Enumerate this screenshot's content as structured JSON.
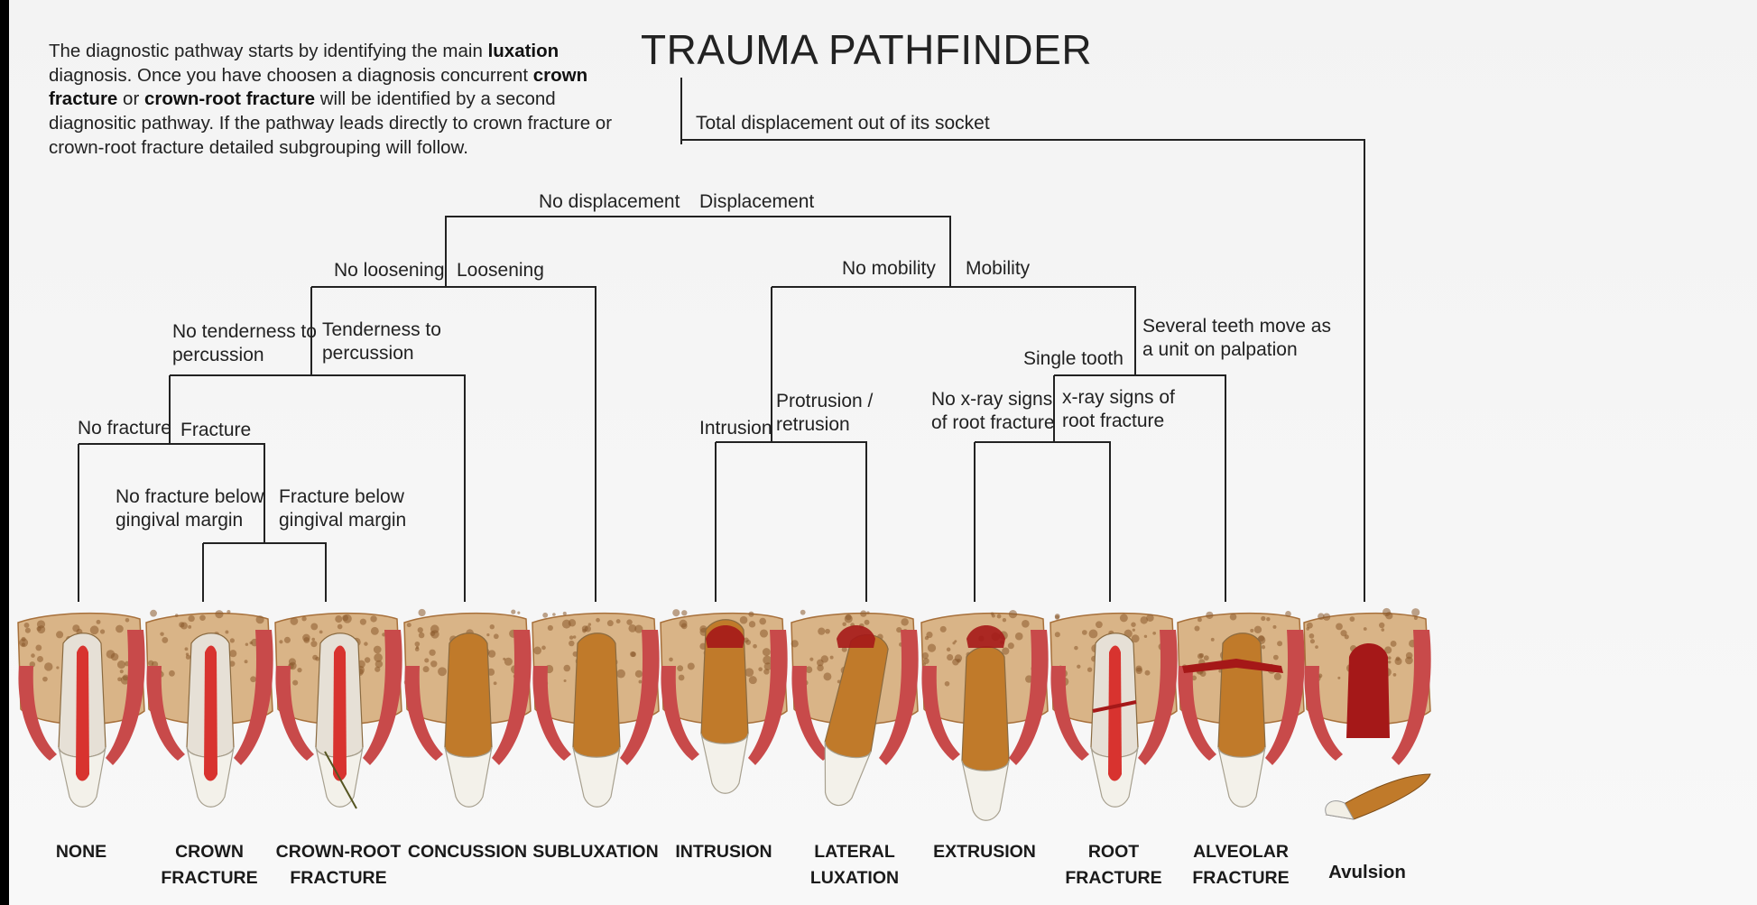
{
  "title": "TRAUMA PATHFINDER",
  "intro": {
    "p1": "The diagnostic pathway starts by identifying the main ",
    "b1": "luxation",
    "p2": " diagnosis. Once you have choosen a diagnosis concurrent ",
    "b2": "crown fracture",
    "p3": " or ",
    "b3": "crown-root fracture",
    "p4": " will be identified by a second diagnositic pathway. If the pathway leads directly to crown fracture or crown-root fracture detailed subgrouping will follow."
  },
  "branches": {
    "total_displacement": "Total displacement out of its socket",
    "no_displacement": "No displacement",
    "displacement": "Displacement",
    "no_loosening": "No loosening",
    "loosening": "Loosening",
    "no_mobility": "No mobility",
    "mobility": "Mobility",
    "no_tenderness": [
      "No tenderness to",
      "percussion"
    ],
    "tenderness": [
      "Tenderness to",
      "percussion"
    ],
    "single_tooth": "Single tooth",
    "several_teeth": [
      "Several teeth move as",
      "a unit on palpation"
    ],
    "no_fracture": "No fracture",
    "fracture": "Fracture",
    "intrusion": "Intrusion",
    "protrusion": [
      "Protrusion /",
      "retrusion"
    ],
    "no_xray": [
      "No x-ray signs",
      "of root fracture"
    ],
    "xray": [
      "x-ray signs of",
      "root fracture"
    ],
    "no_fracture_below": [
      "No fracture below",
      "gingival margin"
    ],
    "fracture_below": [
      "Fracture below",
      "gingival margin"
    ]
  },
  "diagnoses": [
    {
      "key": "none",
      "lines": [
        "NONE"
      ]
    },
    {
      "key": "crown-fracture",
      "lines": [
        "CROWN",
        "FRACTURE"
      ]
    },
    {
      "key": "crown-root-fracture",
      "lines": [
        "CROWN-ROOT",
        "FRACTURE"
      ]
    },
    {
      "key": "concussion",
      "lines": [
        "CONCUSSION"
      ]
    },
    {
      "key": "subluxation",
      "lines": [
        "SUBLUXATION"
      ]
    },
    {
      "key": "intrusion",
      "lines": [
        "INTRUSION"
      ]
    },
    {
      "key": "lateral-luxation",
      "lines": [
        "LATERAL",
        "LUXATION"
      ]
    },
    {
      "key": "extrusion",
      "lines": [
        "EXTRUSION"
      ]
    },
    {
      "key": "root-fracture",
      "lines": [
        "ROOT",
        "FRACTURE"
      ]
    },
    {
      "key": "alveolar-fracture",
      "lines": [
        "ALVEOLAR",
        "FRACTURE"
      ]
    },
    {
      "key": "avulsion",
      "lines": [
        "Avulsion"
      ]
    }
  ],
  "colors": {
    "bone": "#d9b487",
    "gum": "#c84a4a",
    "pulp": "#d8332f",
    "dentin_intact": "#e6e0d6",
    "root_displaced": "#c07a2a",
    "blood": "#a51818",
    "line": "#222222"
  }
}
